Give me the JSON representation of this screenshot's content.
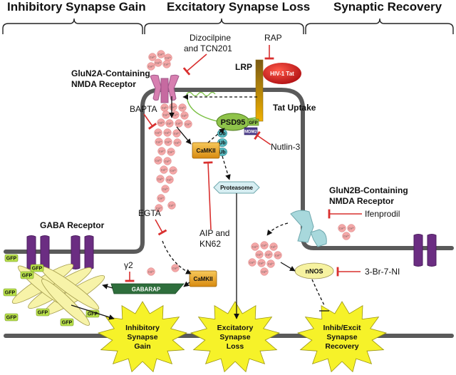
{
  "headers": {
    "inhibitory_gain": "Inhibitory Synapse Gain",
    "excitatory_loss": "Excitatory Synapse Loss",
    "recovery": "Synaptic Recovery"
  },
  "receptors": {
    "glun2a": [
      "GluN2A-Containing",
      "NMDA Receptor"
    ],
    "glun2b": [
      "GluN2B-Containing",
      "NMDA Receptor"
    ],
    "gaba": "GABA Receptor"
  },
  "drugs": {
    "dizocilpine": [
      "Dizocilpine",
      "and TCN201"
    ],
    "rap": "RAP",
    "bapta": "BAPTA",
    "nutlin": "Nutlin-3",
    "egta": "EGTA",
    "aip": [
      "AIP and",
      "KN62"
    ],
    "ifenprodil": "Ifenprodil",
    "br7ni": "3-Br-7-NI",
    "gamma2": "γ2"
  },
  "proteins": {
    "lrp": "LRP",
    "tat": "HIV-1 Tat",
    "tat_uptake": "Tat Uptake",
    "psd95": "PSD95",
    "gfp": "GFP",
    "mdm2": "MDM2",
    "ub": "Ub",
    "camkii": "CaMKII",
    "proteasome": "Proteasome",
    "nnos": "nNOS",
    "gabarap": "GABARAP",
    "ca": "Ca²⁺"
  },
  "outcomes": {
    "inhibitory": [
      "Inhibitory",
      "Synapse",
      "Gain"
    ],
    "excitatory": [
      "Excitatory",
      "Synapse",
      "Loss"
    ],
    "recovery": [
      "Inhib/Excit",
      "Synapse",
      "Recovery"
    ]
  },
  "colors": {
    "membrane": "#5a5a5a",
    "inhibit": "#d9302f",
    "receptor_pink": "#d77fb0",
    "receptor_purple": "#6b2d82",
    "receptor_teal": "#a8d8dc",
    "calcium": "#f4a7a7",
    "camkii": "#e8a820",
    "psd95": "#8fc34a",
    "burst": "#f6f229",
    "gabarap": "#2e6e3c",
    "gfp": "#b8e04a",
    "tat": "#d0161b",
    "lrp": "#f0b000"
  }
}
